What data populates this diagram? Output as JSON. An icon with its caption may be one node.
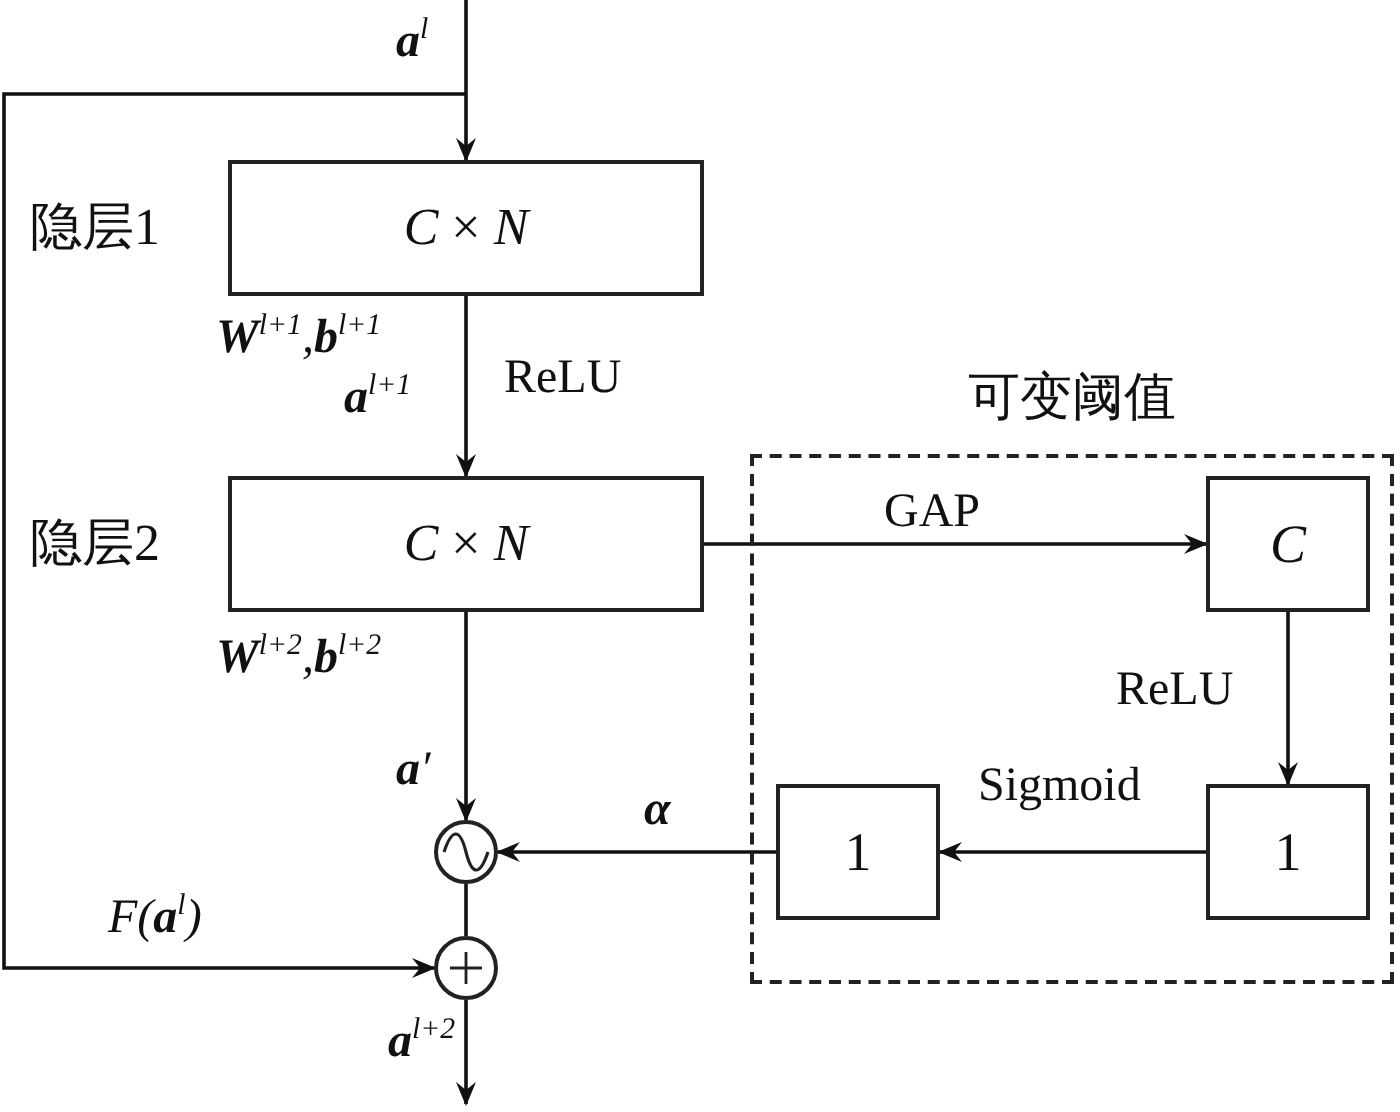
{
  "diagram": {
    "nodes": [
      {
        "text": [
          "*C* × *N*"
        ],
        "beside": [
          "隐层1"
        ]
      },
      {
        "text": [
          "*C* × *N*"
        ],
        "beside": [
          "隐层2"
        ]
      },
      {
        "text": [
          "可变阈值"
        ]
      },
      {
        "text": [
          "C"
        ],
        "in": 2
      },
      {
        "text": [
          "1"
        ],
        "in": 2
      },
      {
        "text": [
          "1"
        ],
        "in": 2
      },
      {
        "text": [],
        "shape": "circle"
      },
      {
        "text": [],
        "shape": "circle"
      }
    ],
    "edges": [
      {
        "from": null,
        "to": 0,
        "arrow": "to",
        "label": "**a**$^{l}$"
      },
      {
        "from": 0,
        "to": 1,
        "arrow": "to",
        "label": "ReLU"
      },
      {
        "from": 1,
        "to": 6,
        "arrow": "to",
        "label": "**a**′"
      },
      {
        "from": 1,
        "to": 3,
        "arrow": "to",
        "label": "GAP"
      },
      {
        "from": 3,
        "to": 4,
        "arrow": "to",
        "label": "ReLU"
      },
      {
        "from": 4,
        "to": 5,
        "arrow": "to",
        "label": "Sigmoid"
      },
      {
        "from": 5,
        "to": 6,
        "arrow": "to",
        "label": "**α**"
      },
      {
        "from": 6,
        "to": 7,
        "arrow": "none"
      },
      {
        "from": null,
        "to": 7,
        "arrow": "to",
        "label": "*F*(**a**$^{l}$)"
      },
      {
        "from": 7,
        "to": null,
        "arrow": "to",
        "label": "**a**$^{l+2}$"
      }
    ],
    "labels": [
      "**W**$^{l+1}$,**b**$^{l+1}$",
      "**a**$^{l+1}$",
      "**W**$^{l+2}$,**b**$^{l+2}$"
    ]
  }
}
